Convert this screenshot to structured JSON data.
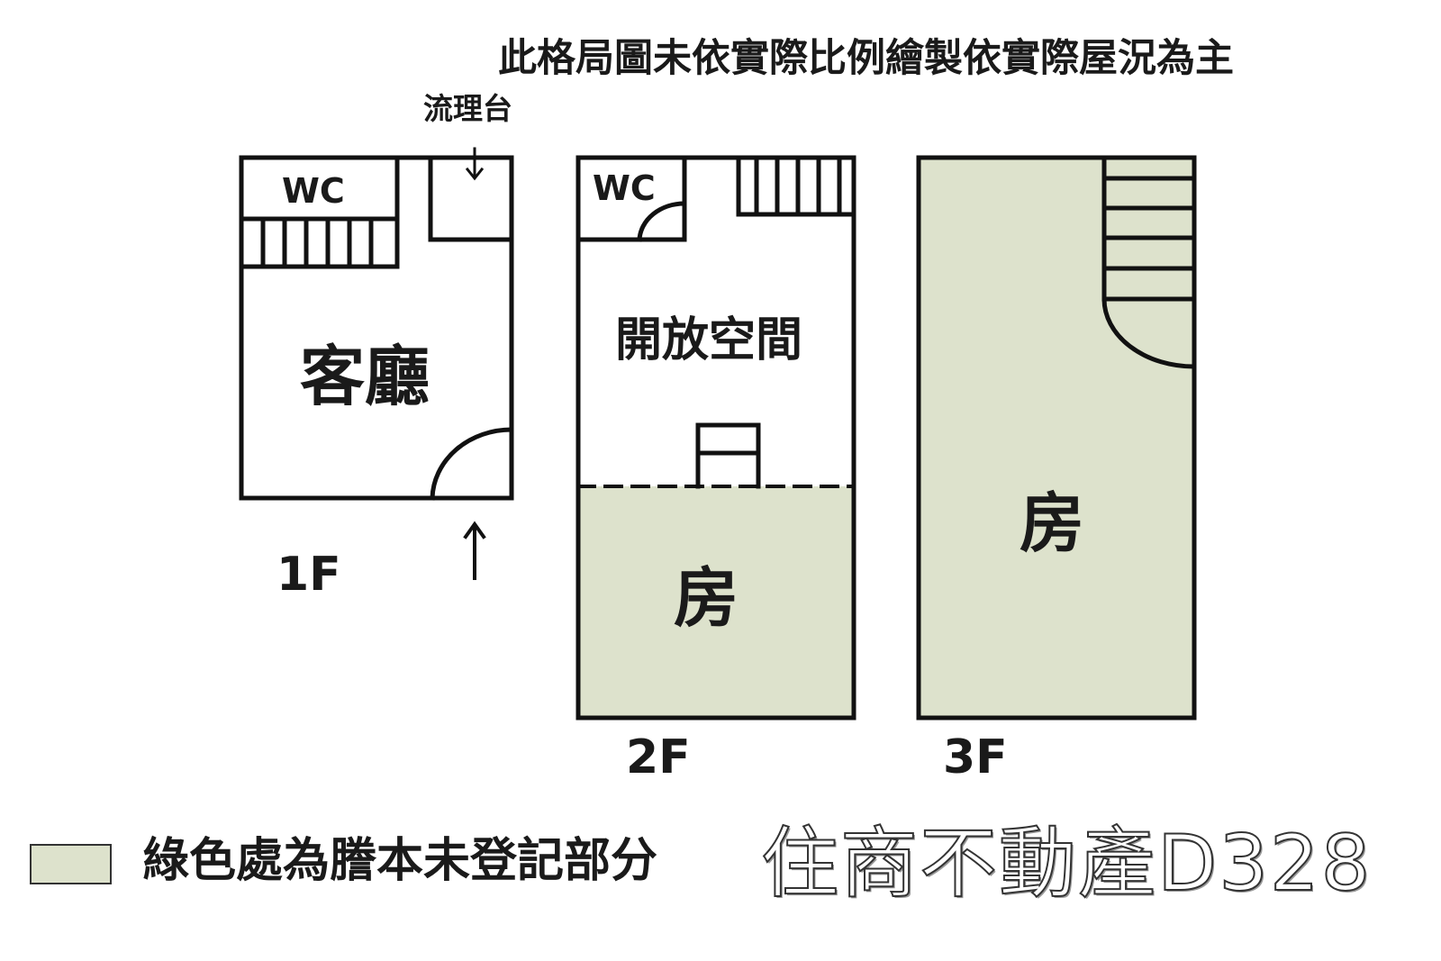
{
  "title": "此格局圖未依實際比例繪製依實際屋況為主",
  "colors": {
    "unregistered_fill": "#dde2cc",
    "wall": "#111111"
  },
  "floors": [
    {
      "label": "1F",
      "rooms": {
        "wc": "WC",
        "main": "客廳",
        "sink": "流理台"
      }
    },
    {
      "label": "2F",
      "rooms": {
        "wc": "WC",
        "main": "開放空間",
        "unregistered": "房"
      }
    },
    {
      "label": "3F",
      "rooms": {
        "unregistered": "房"
      }
    }
  ],
  "legend": {
    "label": "綠色處為謄本未登記部分"
  },
  "watermark": "住商不動產D328"
}
